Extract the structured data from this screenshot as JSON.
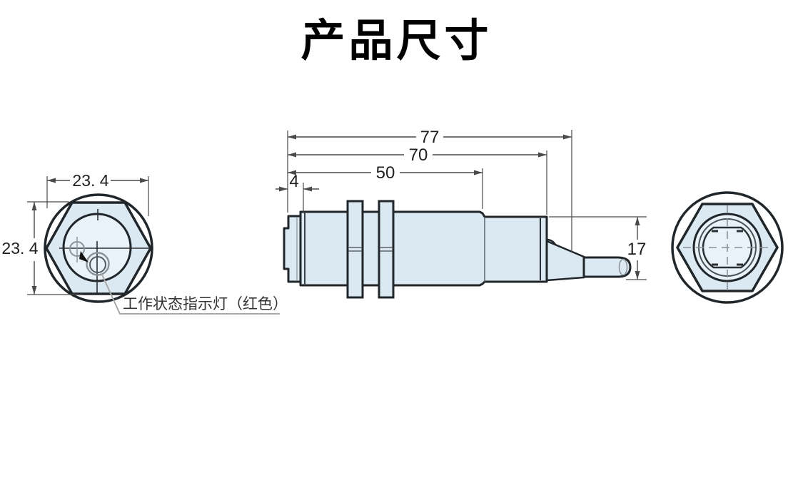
{
  "title": "产品尺寸",
  "front_view": {
    "width": "23. 4",
    "height": "23. 4",
    "indicator_label": "工作状态指示灯（红色）"
  },
  "side_view": {
    "total_length": "77",
    "body_length": "70",
    "barrel_length": "50",
    "tip_length": "4",
    "rear_diameter": "17"
  },
  "colors": {
    "outline": "#20262a",
    "body_fill": "#dbe9f3",
    "inner_fill": "#e9f2f8",
    "dimension_line": "#4a4a4a",
    "detail_gray": "#8a9298",
    "leader_gray": "#a8a8a8",
    "indicator_color_note": "红色"
  }
}
